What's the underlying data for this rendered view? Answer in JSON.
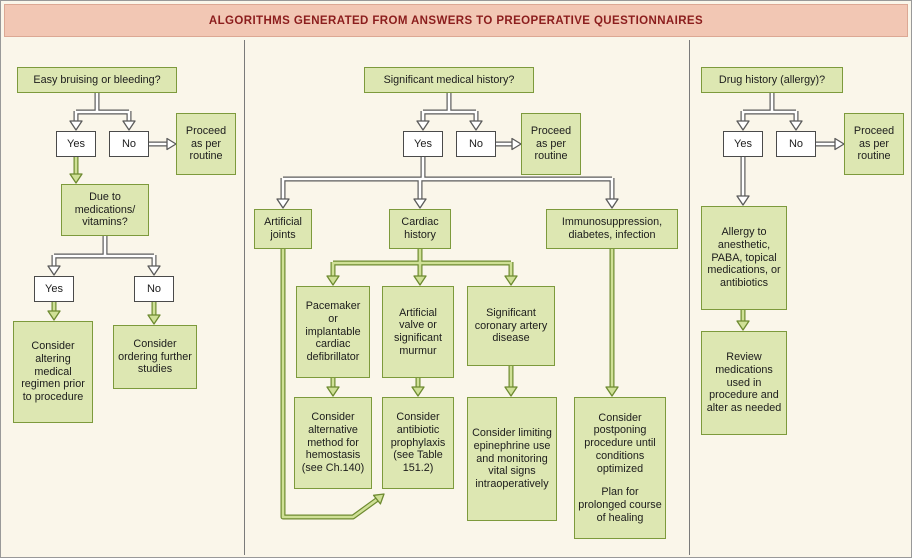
{
  "header": {
    "title": "ALGORITHMS GENERATED FROM ANSWERS TO PREOPERATIVE QUESTIONNAIRES"
  },
  "labels": {
    "yes": "Yes",
    "no": "No",
    "proceed": "Proceed as per routine"
  },
  "bleeding": {
    "question": "Easy bruising or bleeding?",
    "due_meds": "Due to medications/ vitamins?",
    "consider_altering": "Consider altering medical regimen prior to procedure",
    "consider_ordering": "Consider ordering further studies"
  },
  "medical": {
    "question": "Significant medical history?",
    "artificial_joints": "Artificial joints",
    "cardiac_history": "Cardiac history",
    "immunosuppression": "Immunosuppression, diabetes, infection",
    "pacemaker": "Pacemaker or implantable cardiac defibrillator",
    "artificial_valve": "Artificial valve or significant murmur",
    "coronary": "Significant coronary artery disease",
    "consider_alternative": "Consider alternative method for hemostasis (see Ch.140)",
    "consider_antibiotic": "Consider antibiotic prophylaxis (see Table 151.2)",
    "consider_limiting": "Consider limiting epinephrine use and monitoring vital signs intraoperatively",
    "consider_postponing": "Consider postponing procedure until conditions optimized",
    "plan_prolonged": "Plan for prolonged course of healing"
  },
  "drug": {
    "question": "Drug history (allergy)?",
    "allergy": "Allergy to anesthetic, PABA, topical medications, or antibiotics",
    "review": "Review medications used in procedure and alter as needed"
  },
  "colors": {
    "header_bg": "#f2c7b4",
    "header_text": "#8b1d1d",
    "node_fill": "#dde7b2",
    "node_border": "#7d9a3c",
    "background": "#faf6ea",
    "arrow_green_fill": "#cfe096",
    "arrow_green_stroke": "#6d8a30",
    "arrow_hollow_stroke": "#5a5a5a"
  }
}
